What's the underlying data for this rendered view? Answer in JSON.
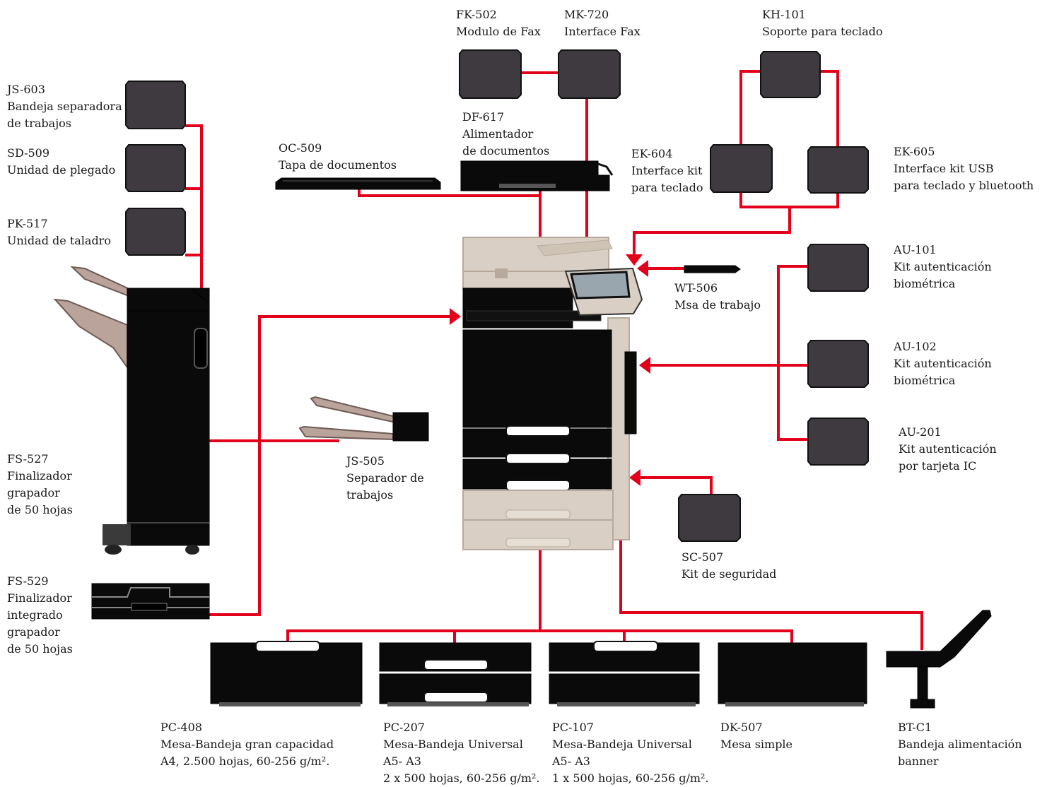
{
  "labels": {
    "fk502": [
      "FK-502",
      "Modulo de Fax"
    ],
    "mk720": [
      "MK-720",
      "Interface Fax"
    ],
    "kh101": [
      "KH-101",
      "Soporte para teclado"
    ],
    "js603": [
      "JS-603",
      "Bandeja separadora",
      "de trabajos"
    ],
    "sd509": [
      "SD-509",
      "Unidad de plegado"
    ],
    "pk517": [
      "PK-517",
      "Unidad de taladro"
    ],
    "df617": [
      "DF-617",
      "Alimentador",
      "de documentos"
    ],
    "oc509": [
      "OC-509",
      "Tapa de documentos"
    ],
    "ek604": [
      "EK-604",
      "Interface kit",
      "para teclado"
    ],
    "ek605": [
      "EK-605",
      "Interface kit USB",
      "para teclado y bluetooth"
    ],
    "au101": [
      "AU-101",
      "Kit autenticación",
      "biométrica"
    ],
    "wt506": [
      "WT-506",
      "Msa de trabajo"
    ],
    "au102": [
      "AU-102",
      "Kit autenticación",
      "biométrica"
    ],
    "au201": [
      "AU-201",
      "Kit autenticación",
      "por tarjeta IC"
    ],
    "fs527": [
      "FS-527",
      "Finalizador",
      "grapador",
      "de 50 hojas"
    ],
    "js505": [
      "JS-505",
      "Separador de",
      "trabajos"
    ],
    "sc507": [
      "SC-507",
      "Kit de seguridad"
    ],
    "fs529": [
      "FS-529",
      "Finalizador",
      "integrado",
      "grapador",
      "de 50 hojas"
    ],
    "pc408": [
      "PC-408",
      "Mesa-Bandeja gran capacidad",
      "A4, 2.500 hojas, 60-256 g/m²."
    ],
    "pc207": [
      "PC-207",
      "Mesa-Bandeja Universal",
      "A5- A3",
      "2 x 500 hojas, 60-256 g/m²."
    ],
    "pc107": [
      "PC-107",
      "Mesa-Bandeja Universal",
      "A5- A3",
      "1 x 500 hojas, 60-256 g/m²."
    ],
    "dk507": [
      "DK-507",
      "Mesa simple"
    ],
    "btc1": [
      "BT-C1",
      "Bandeja alimentación",
      "banner"
    ]
  },
  "colors": {
    "connector": "#e3001b",
    "module": "#3e3a40",
    "device_body": "#d9cfc4",
    "device_panel": "#0a0a0a"
  },
  "icons": [
    "module-box-icon",
    "printer-icon",
    "finisher-icon",
    "paper-tray-icon",
    "cabinet-icon",
    "banner-tray-icon",
    "work-table-icon"
  ]
}
